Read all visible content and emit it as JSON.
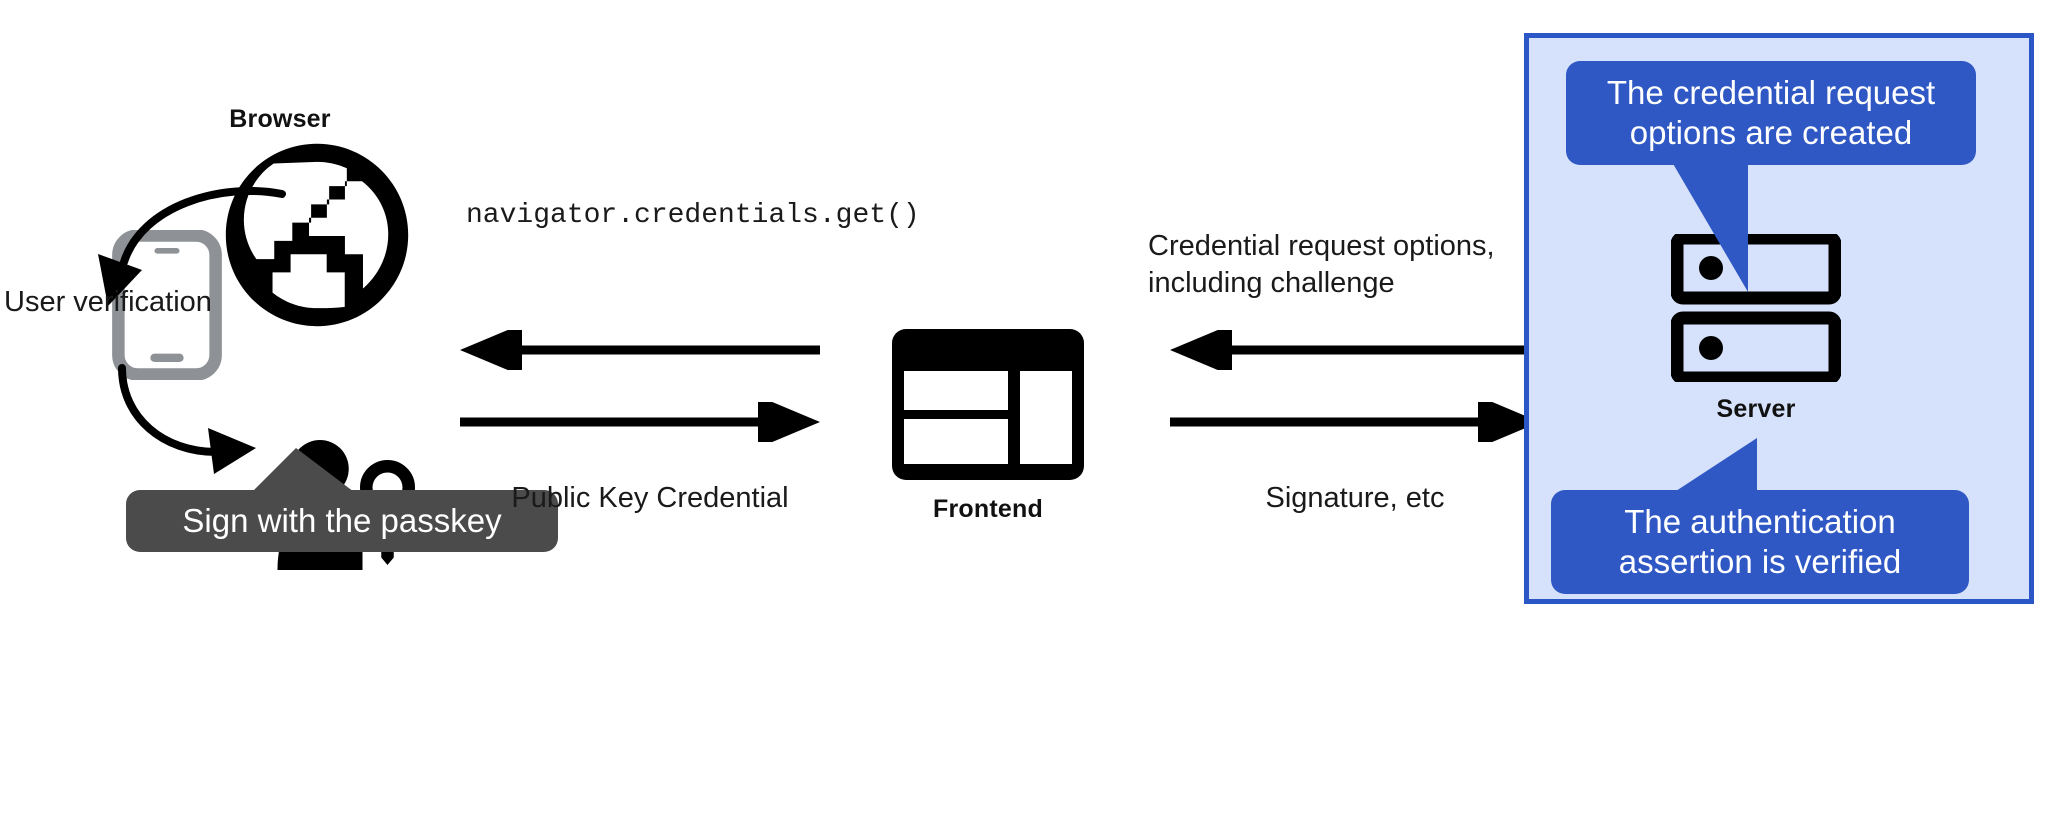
{
  "diagram": {
    "title": "WebAuthn passkey authentication flow",
    "colors": {
      "panel_fill": "#d6e2fb",
      "panel_border": "#2a56c6",
      "bubble_blue": "#2f58c5",
      "bubble_dark": "#4b4b4b",
      "ink": "#111111",
      "phone_gray": "#8e9296"
    },
    "nodes": {
      "browser": {
        "label": "Browser",
        "icon": "globe-icon"
      },
      "frontend": {
        "label": "Frontend",
        "icon": "dashboard-layout-icon"
      },
      "server": {
        "label": "Server",
        "icon": "server-rack-icon"
      },
      "phone": {
        "icon": "smartphone-icon"
      },
      "user": {
        "icon": "person-with-key-icon"
      }
    },
    "annotations": {
      "user_verification": "User verification",
      "sign_with_passkey": "Sign with the passkey",
      "credential_request_options_created": "The credential request\noptions are created",
      "authentication_assertion_verified": "The authentication\nassertion is verified"
    },
    "flows": [
      {
        "id": "navigator-get",
        "label": "navigator.credentials.get()",
        "style": "mono",
        "direction": "left",
        "from": "frontend",
        "to": "browser"
      },
      {
        "id": "public-key-credential",
        "label": "Public Key Credential",
        "style": "plain",
        "direction": "right",
        "from": "browser",
        "to": "frontend"
      },
      {
        "id": "credential-request-options",
        "label": "Credential request options,\nincluding challenge",
        "style": "plain",
        "direction": "left",
        "from": "server",
        "to": "frontend"
      },
      {
        "id": "signature-etc",
        "label": "Signature, etc",
        "style": "plain",
        "direction": "right",
        "from": "frontend",
        "to": "server"
      }
    ]
  }
}
